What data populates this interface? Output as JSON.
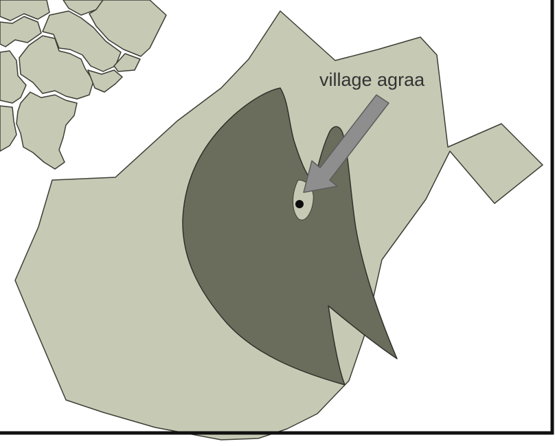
{
  "map": {
    "annotation": {
      "label": "village agraa"
    },
    "colors": {
      "background": "#ffffff",
      "frame": "#111111",
      "territory_fill": "#c6cab4",
      "territory_stroke": "#3d3d35",
      "mountain_fill": "#6b6d5c",
      "mountain_stroke": "#2f302a",
      "arrow_fill": "#8e8e8e",
      "arrow_stroke": "#5c5c5c",
      "village_marker": "#0d0d0d",
      "label_text": "#333333"
    },
    "features": [
      "main-territory",
      "mountain-massif",
      "neighboring-regions",
      "village-marker",
      "pointer-arrow"
    ]
  }
}
